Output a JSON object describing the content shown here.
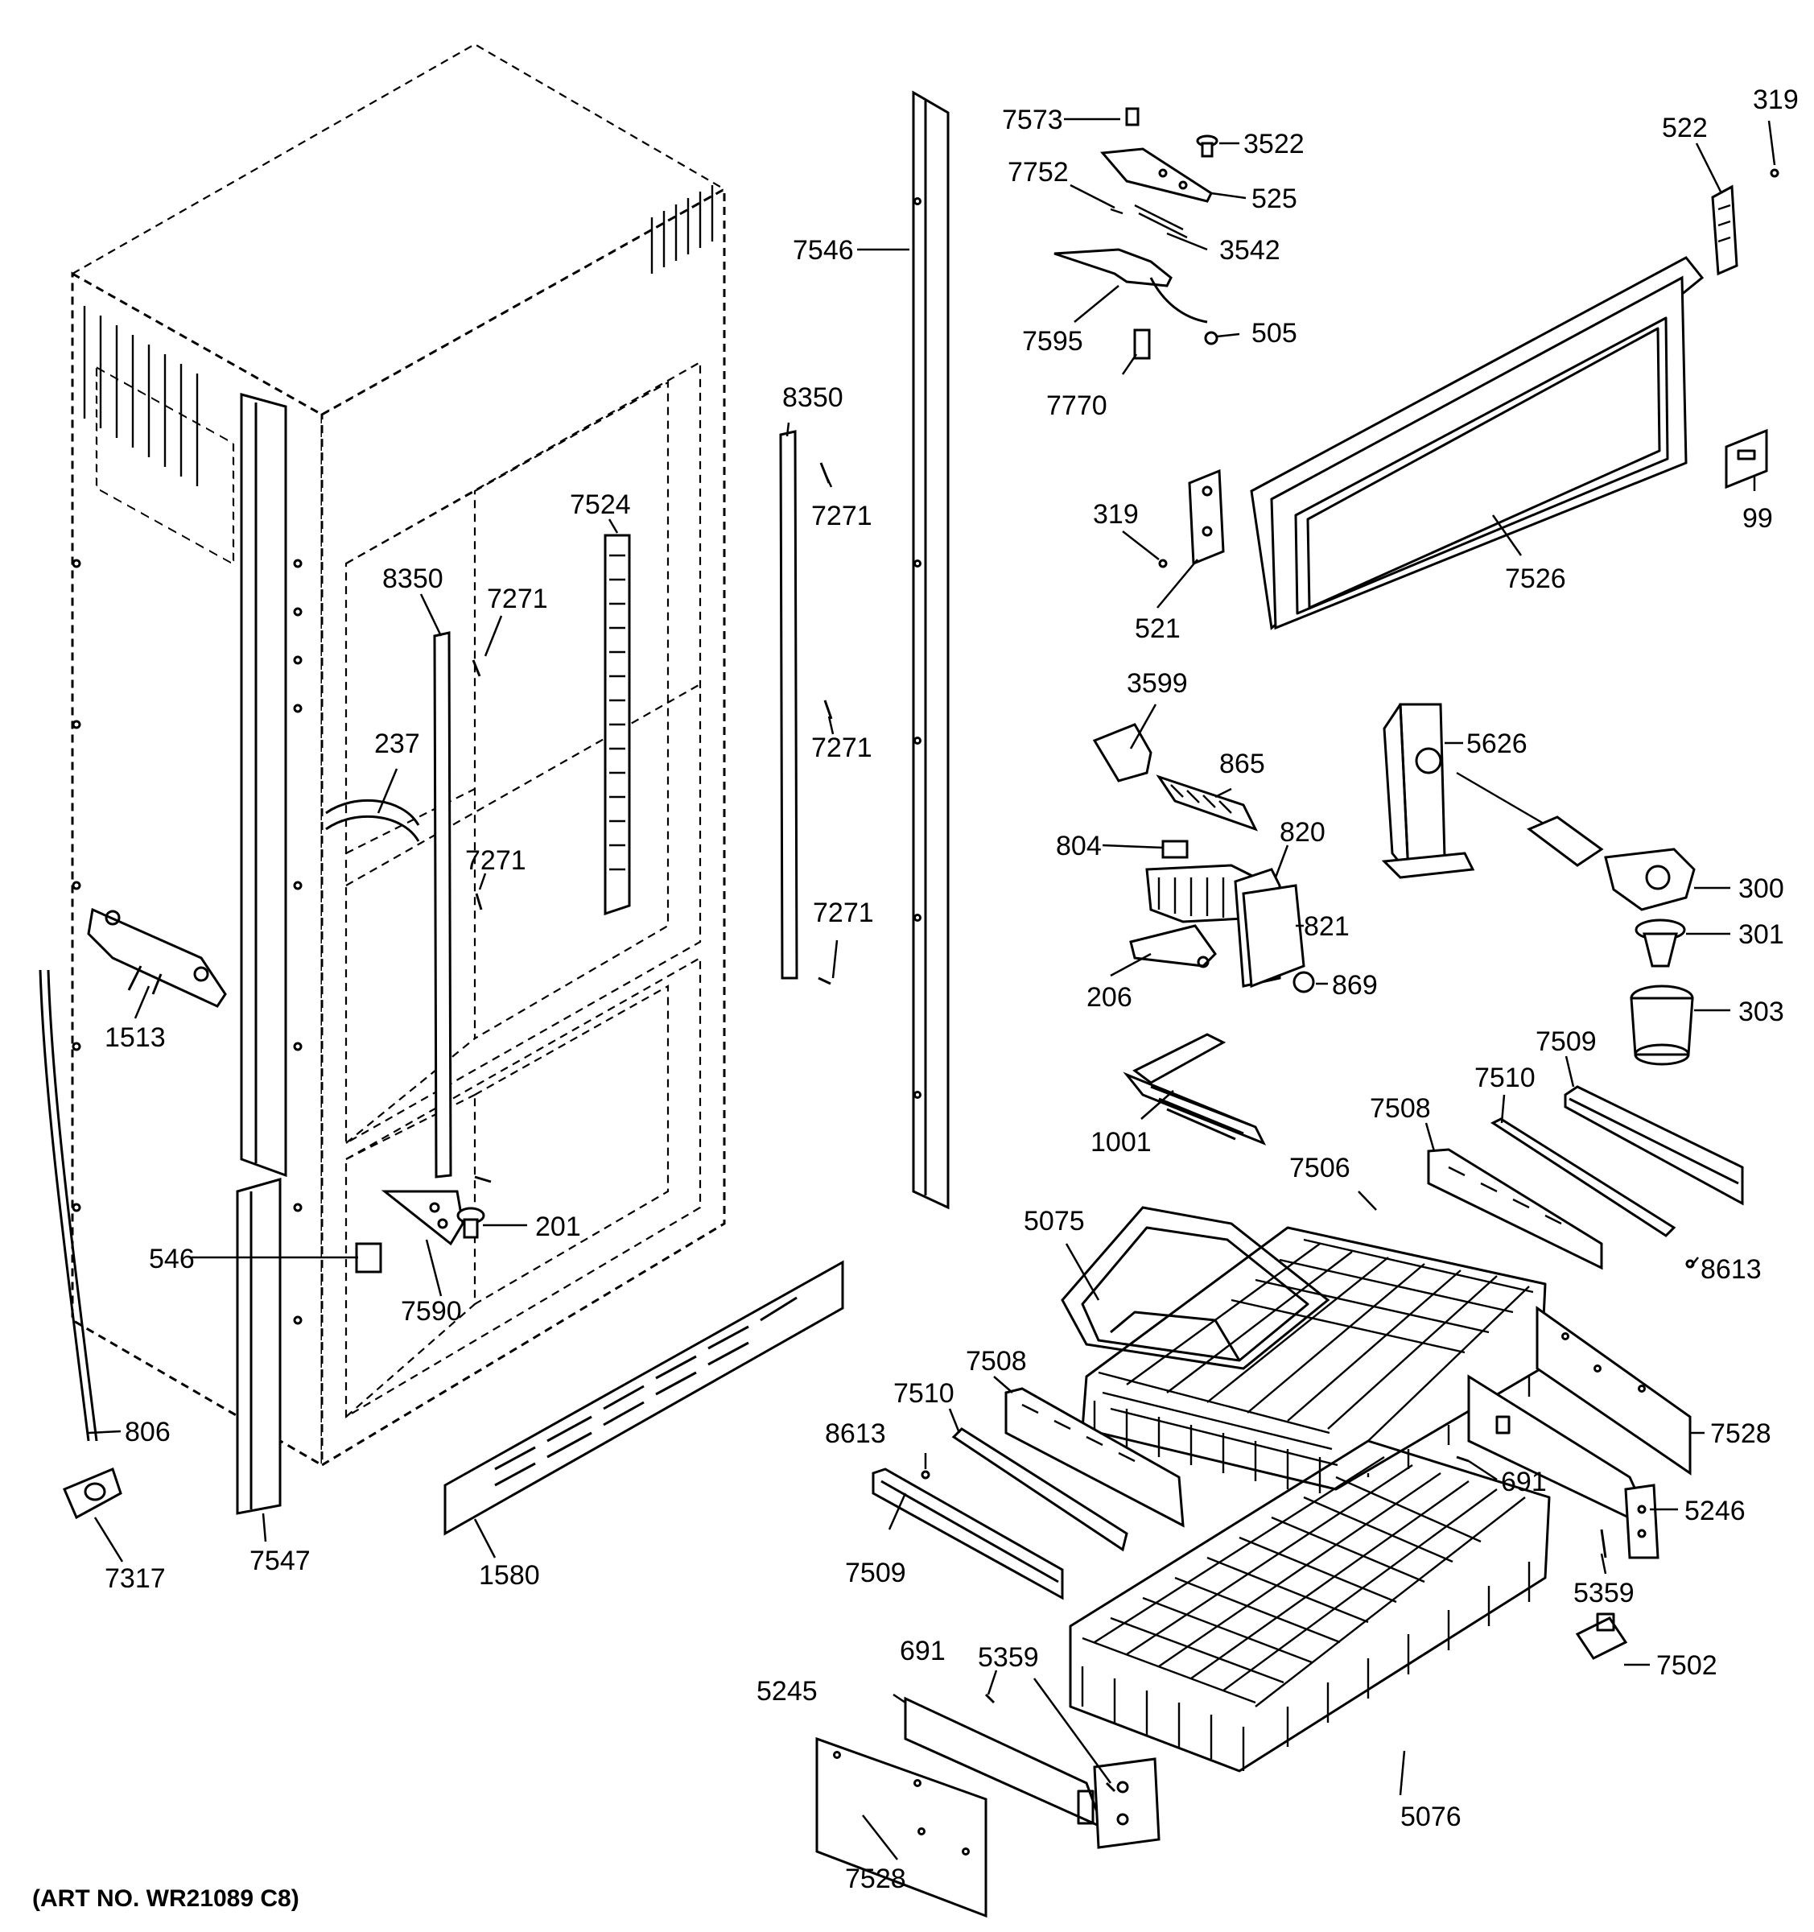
{
  "diagram": {
    "art_number": "(ART NO. WR21089 C8)",
    "callouts": [
      "7573",
      "3522",
      "7752",
      "525",
      "3542",
      "7595",
      "505",
      "7770",
      "319",
      "522",
      "99",
      "7526",
      "521",
      "7546",
      "8350",
      "7271",
      "7524",
      "237",
      "1513",
      "3599",
      "865",
      "804",
      "820",
      "821",
      "206",
      "869",
      "5626",
      "300",
      "301",
      "303",
      "1001",
      "7509",
      "7510",
      "7508",
      "8613",
      "7506",
      "5075",
      "201",
      "546",
      "7590",
      "806",
      "7317",
      "7547",
      "1580",
      "7528",
      "691",
      "5246",
      "5359",
      "7502",
      "5245",
      "5076"
    ]
  }
}
